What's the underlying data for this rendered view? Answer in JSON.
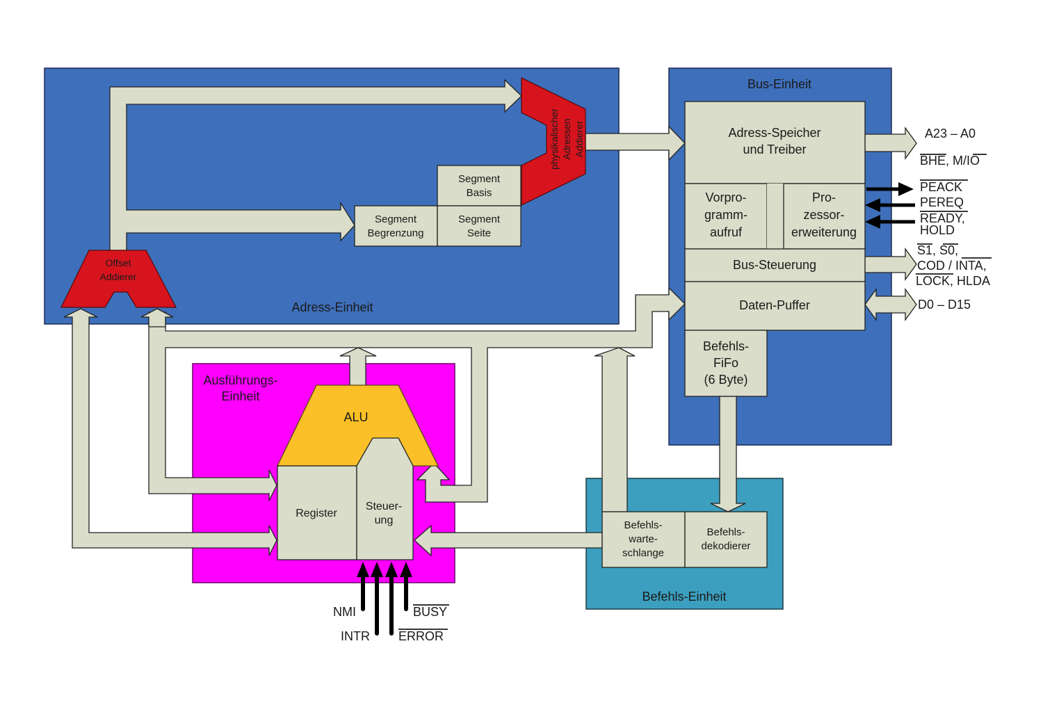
{
  "units": {
    "address_unit": "Adress-Einheit",
    "bus_unit": "Bus-Einheit",
    "execution_unit": [
      "Ausführungs-",
      "Einheit"
    ],
    "instruction_unit": "Befehls-Einheit"
  },
  "address_unit": {
    "offset_adder": [
      "Offset",
      "Addierer"
    ],
    "physical_adder": [
      "physikalischer",
      "Adressen",
      "Addierer"
    ],
    "segment_base": [
      "Segment",
      "Basis"
    ],
    "segment_limit": [
      "Segment",
      "Begrenzung"
    ],
    "segment_page": [
      "Segment",
      "Seite"
    ]
  },
  "bus_unit": {
    "address_latch": [
      "Adress-Speicher",
      "und Treiber"
    ],
    "prefetch": [
      "Vorpro-",
      "gramm-",
      "aufruf"
    ],
    "processor_ext": [
      "Pro-",
      "zessor-",
      "erweiterung"
    ],
    "bus_control": "Bus-Steuerung",
    "data_buffer": "Daten-Puffer",
    "fifo": [
      "Befehls-",
      "FiFo",
      "(6 Byte)"
    ]
  },
  "execution_unit": {
    "alu": "ALU",
    "register": "Register",
    "control": [
      "Steuer-",
      "ung"
    ]
  },
  "instruction_unit": {
    "queue": [
      "Befehls-",
      "warte-",
      "schlange"
    ],
    "decoder": [
      "Befehls-",
      "dekodierer"
    ]
  },
  "signals": {
    "address": "A23 – A0",
    "bhe": "BHE",
    "bhe_sep": ", M/",
    "io": "IO",
    "peack": "PEACK",
    "pereq": "PEREQ",
    "ready": "READY",
    "ready_sep": ",",
    "hold": "HOLD",
    "s1": "S1",
    "comma1": ",",
    "s0": "S0",
    "comma2": ",",
    "cod": "COD / ",
    "inta": "INTA",
    "comma3": ",",
    "lock": "LOCK",
    "hlda": ", HLDA",
    "data": "D0 – D15",
    "nmi": "NMI",
    "intr": "INTR",
    "busy": "BUSY",
    "error": "ERROR"
  }
}
